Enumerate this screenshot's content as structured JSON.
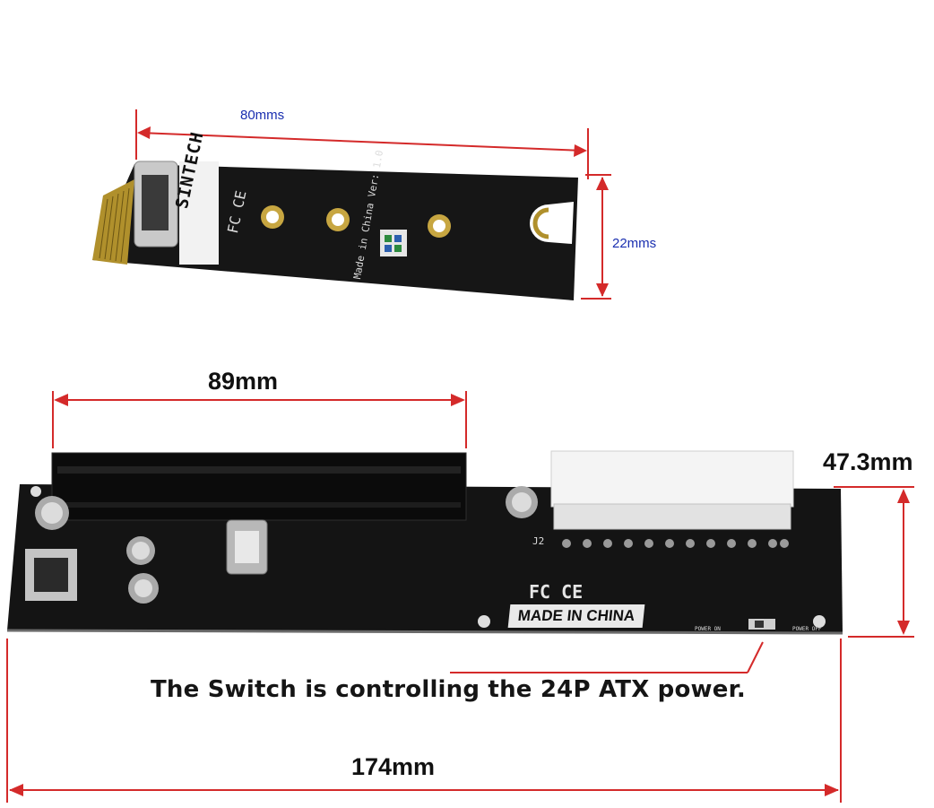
{
  "top_card": {
    "length_label": "80mms",
    "width_label": "22mms",
    "brand_text": "SINTECH",
    "cert_marks": "FC CE",
    "made_text": "Made in China Ver: 1.0"
  },
  "bottom_board": {
    "slot_length_label": "89mm",
    "height_label": "47.3mm",
    "total_length_label": "174mm",
    "made_label": "MADE IN CHINA",
    "cert_marks": "FC CE",
    "switch_caption": "The Switch is controlling the 24P ATX power.",
    "connector_label": "J2",
    "power_on_label": "POWER ON",
    "power_off_label": "POWER OFF"
  },
  "colors": {
    "dimension_line": "#d42a2a",
    "small_label": "#1a2fb0",
    "pcb": "#141414"
  }
}
